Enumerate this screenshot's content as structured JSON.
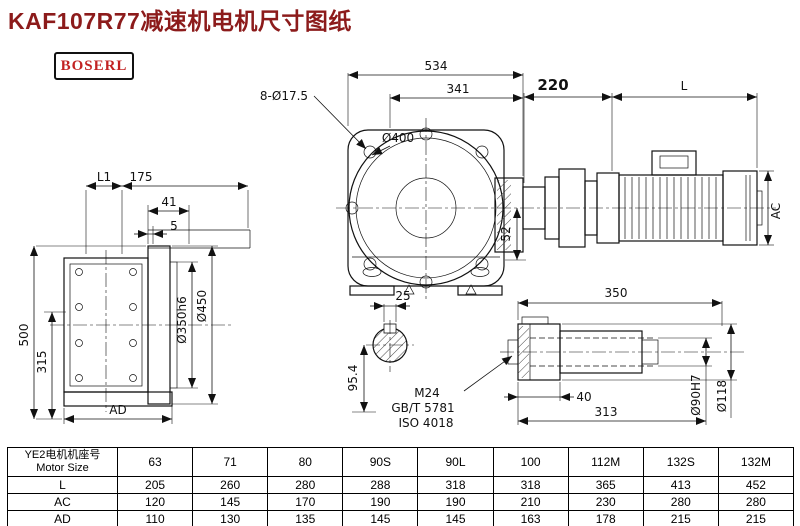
{
  "title": "KAF107R77减速机电机尺寸图纸",
  "logo": {
    "text": "BOSERL"
  },
  "drawing": {
    "dims": {
      "d534": "534",
      "d341": "341",
      "bolt_pattern": "8-Ø17.5",
      "d400": "Ø400",
      "d220": "220",
      "len_L": "L",
      "ac": "AC",
      "l1": "L1",
      "d175": "175",
      "d41": "41",
      "d5": "5",
      "d500": "500",
      "d315": "315",
      "d350h6": "Ø350h6",
      "d450": "Ø450",
      "ad": "AD",
      "d52": "52",
      "d25": "25",
      "d95_4": "95.4",
      "m24": "M24",
      "gbt5781": "GB/T 5781",
      "iso4018": "ISO 4018",
      "d350": "350",
      "d40": "40",
      "d313": "313",
      "d90h7": "Ø90H7",
      "d118": "Ø118"
    }
  },
  "table": {
    "header_cn": "YE2电机机座号",
    "header_en": "Motor Size",
    "sizes": [
      "63",
      "71",
      "80",
      "90S",
      "90L",
      "100",
      "112M",
      "132S",
      "132M"
    ],
    "rows": [
      {
        "label": "L",
        "values": [
          "205",
          "260",
          "280",
          "288",
          "318",
          "318",
          "365",
          "413",
          "452"
        ]
      },
      {
        "label": "AC",
        "values": [
          "120",
          "145",
          "170",
          "190",
          "190",
          "210",
          "230",
          "280",
          "280"
        ]
      },
      {
        "label": "AD",
        "values": [
          "110",
          "130",
          "135",
          "145",
          "145",
          "163",
          "178",
          "215",
          "215"
        ]
      }
    ]
  }
}
